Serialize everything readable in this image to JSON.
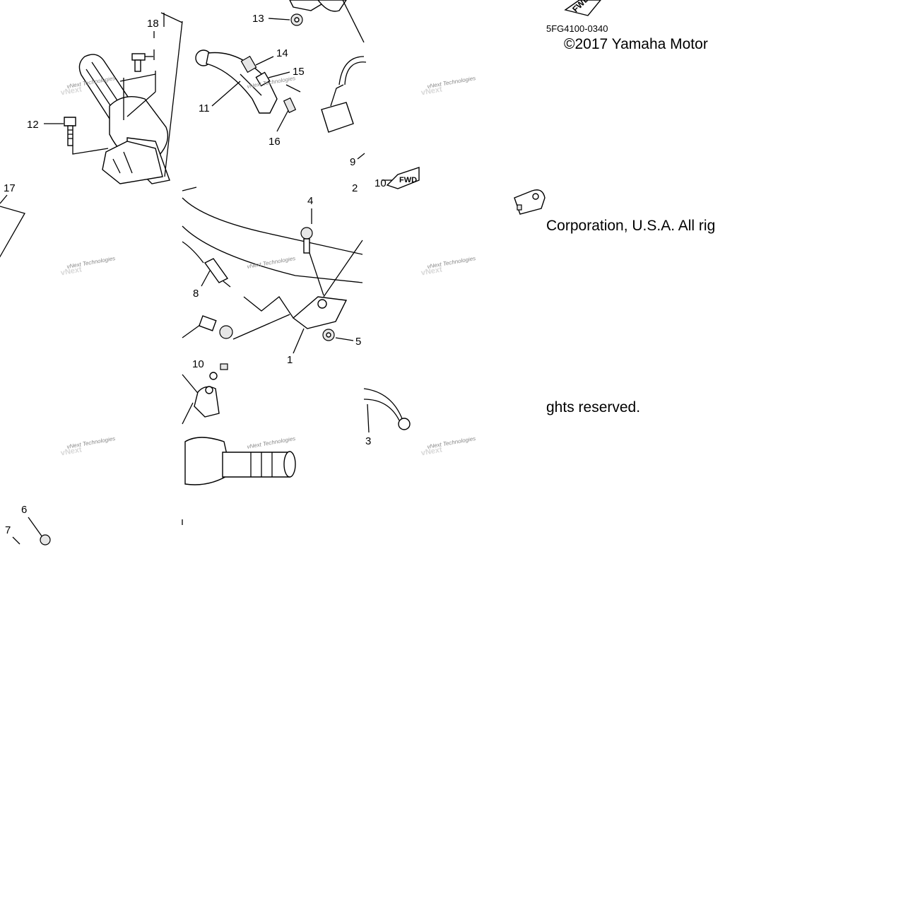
{
  "diagram": {
    "drawing_code": "5FG4100-0340",
    "copyright_line1": "©2017 Yamaha Motor",
    "copyright_line2": "Corporation, U.S.A. All rig",
    "copyright_line3": "ghts reserved.",
    "fwd_label_top": "FWD",
    "fwd_label_mid": "FWD",
    "watermark_text": "vNext Technologies",
    "callouts": {
      "c1": "1",
      "c2": "2",
      "c3": "3",
      "c4": "4",
      "c5": "5",
      "c6": "6",
      "c7": "7",
      "c8": "8",
      "c9": "9",
      "c10a": "10",
      "c10b": "10",
      "c11": "11",
      "c12": "12",
      "c13": "13",
      "c14": "14",
      "c15": "15",
      "c16": "16",
      "c17": "17",
      "c18": "18"
    }
  }
}
